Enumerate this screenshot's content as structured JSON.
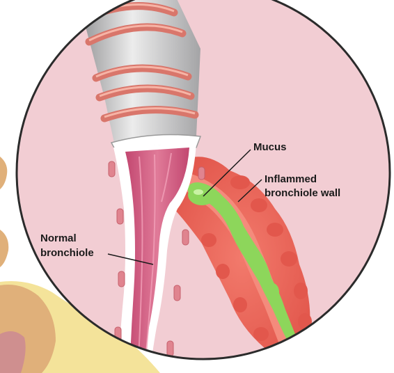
{
  "labels": {
    "mucus": "Mucus",
    "inflamed_line1": "Inflammed",
    "inflamed_line2": "bronchiole wall",
    "normal_line1": "Normal",
    "normal_line2": "bronchiole"
  },
  "colors": {
    "magnifier_background": "#f2cdd3",
    "magnifier_border": "#2b2b2b",
    "airway_grey": "#b9b9bb",
    "airway_highlight": "#ececec",
    "muscle_band": "#d9766b",
    "normal_lumen": "#d45a7e",
    "bronchiole_wall": "#ffffff",
    "inflamed_tissue": "#ec6a5e",
    "mucus_green": "#8dd65b",
    "skin_tone": "#e0b07a",
    "leader_line": "#1a1a1a"
  }
}
